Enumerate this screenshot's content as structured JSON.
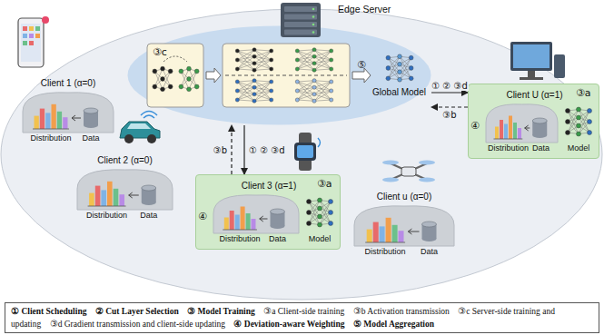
{
  "diagram": {
    "nodes": [
      {
        "text": [
          "Edge Server"
        ]
      },
      {
        "text": [
          "Global Model"
        ],
        "in": 0
      },
      {
        "text": [
          "Client 1 (α=0)",
          "Distribution",
          "Data"
        ]
      },
      {
        "text": [
          "Client 2 (α=0)",
          "Distribution",
          "Data"
        ]
      },
      {
        "text": [
          "Client 3 (α=1)",
          "Distribution",
          "Data",
          "Model"
        ]
      },
      {
        "text": [
          "Client u (α=0)",
          "Distribution",
          "Data"
        ]
      },
      {
        "text": [
          "Client U (α=1)",
          "Distribution",
          "Data",
          "Model"
        ]
      },
      {
        "text": [
          "① Client Scheduling",
          "② Cut Layer Selection",
          "③ Model Training",
          "③a Client-side training",
          "③b Activation transmission",
          "③c Server-side training and updating",
          "③d Gradient transmission and client-side updating",
          "④ Deviation-aware Weighting",
          "⑤ Model Aggregation"
        ]
      }
    ],
    "edges": [
      {
        "from": 0,
        "to": 6,
        "arrow": "to",
        "label": "① ② ③d"
      },
      {
        "from": 6,
        "to": 0,
        "arrow": "to",
        "label": "③b"
      },
      {
        "from": 0,
        "to": 4,
        "arrow": "to",
        "label": "① ② ③d"
      },
      {
        "from": 4,
        "to": 0,
        "arrow": "to",
        "label": "③b"
      }
    ],
    "labels": [
      "③c",
      "⑤",
      "③a",
      "④",
      "③a",
      "④"
    ]
  }
}
